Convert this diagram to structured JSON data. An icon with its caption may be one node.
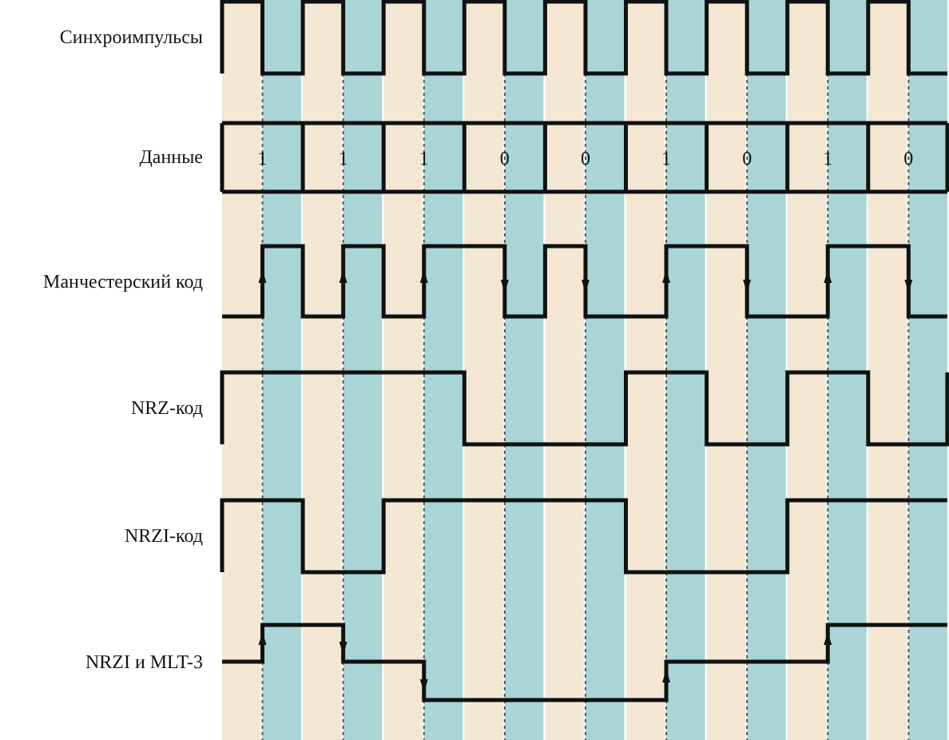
{
  "diagram": {
    "labels": [
      "Синхроимпульсы",
      "Данные",
      "1",
      "1",
      "1",
      "0",
      "0",
      "1",
      "0",
      "1",
      "0",
      "Манчестерский код",
      "NRZ-код",
      "NRZI-код",
      "NRZI и MLT-3"
    ]
  }
}
